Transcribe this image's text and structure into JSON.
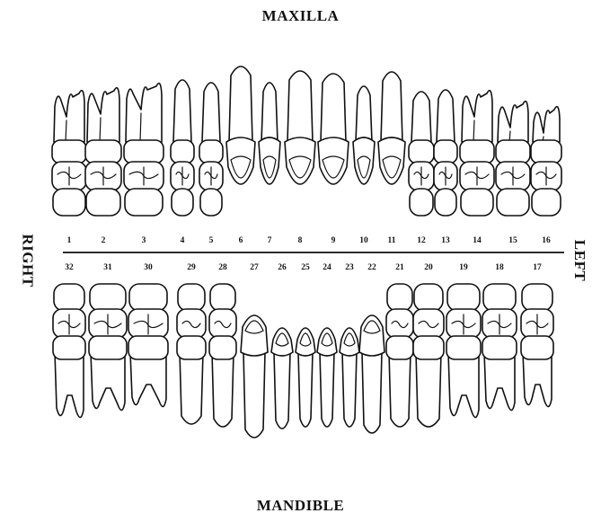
{
  "labels": {
    "top": "MAXILLA",
    "bottom": "MANDIBLE",
    "left_side": "RIGHT",
    "right_side": "LEFT"
  },
  "upper_teeth": [
    {
      "num": "1",
      "type": "molar"
    },
    {
      "num": "2",
      "type": "molar"
    },
    {
      "num": "3",
      "type": "molar"
    },
    {
      "num": "4",
      "type": "premolar"
    },
    {
      "num": "5",
      "type": "premolar"
    },
    {
      "num": "6",
      "type": "canine"
    },
    {
      "num": "7",
      "type": "incisor"
    },
    {
      "num": "8",
      "type": "incisor"
    },
    {
      "num": "9",
      "type": "incisor"
    },
    {
      "num": "10",
      "type": "incisor"
    },
    {
      "num": "11",
      "type": "canine"
    },
    {
      "num": "12",
      "type": "premolar"
    },
    {
      "num": "13",
      "type": "premolar"
    },
    {
      "num": "14",
      "type": "molar"
    },
    {
      "num": "15",
      "type": "molar"
    },
    {
      "num": "16",
      "type": "molar"
    }
  ],
  "lower_teeth": [
    {
      "num": "32",
      "type": "molar"
    },
    {
      "num": "31",
      "type": "molar"
    },
    {
      "num": "30",
      "type": "molar"
    },
    {
      "num": "29",
      "type": "premolar"
    },
    {
      "num": "28",
      "type": "premolar"
    },
    {
      "num": "27",
      "type": "canine"
    },
    {
      "num": "26",
      "type": "incisor"
    },
    {
      "num": "25",
      "type": "incisor"
    },
    {
      "num": "24",
      "type": "incisor"
    },
    {
      "num": "23",
      "type": "incisor"
    },
    {
      "num": "22",
      "type": "canine"
    },
    {
      "num": "21",
      "type": "premolar"
    },
    {
      "num": "20",
      "type": "premolar"
    },
    {
      "num": "19",
      "type": "molar"
    },
    {
      "num": "18",
      "type": "molar"
    },
    {
      "num": "17",
      "type": "molar"
    }
  ]
}
